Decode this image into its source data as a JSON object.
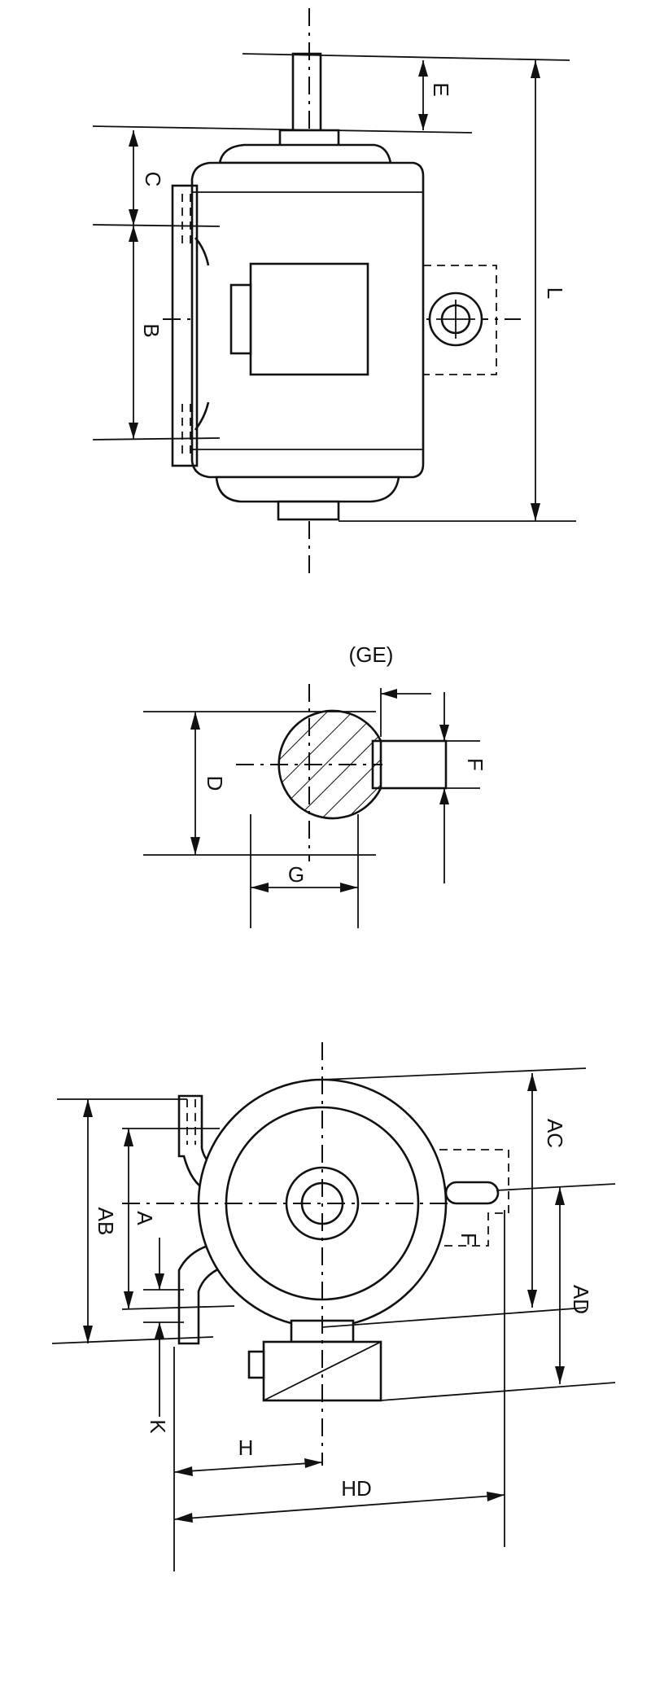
{
  "top_view": {
    "labels": {
      "E": "E",
      "C": "C",
      "B": "B",
      "L": "L"
    }
  },
  "shaft_section": {
    "labels": {
      "GE": "(GE)",
      "D": "D",
      "F": "F",
      "G": "G"
    }
  },
  "end_view": {
    "labels": {
      "AC": "AC",
      "A": "A",
      "AB": "AB",
      "F": "F",
      "AD": "AD",
      "K": "K",
      "H": "H",
      "HD": "HD"
    }
  }
}
